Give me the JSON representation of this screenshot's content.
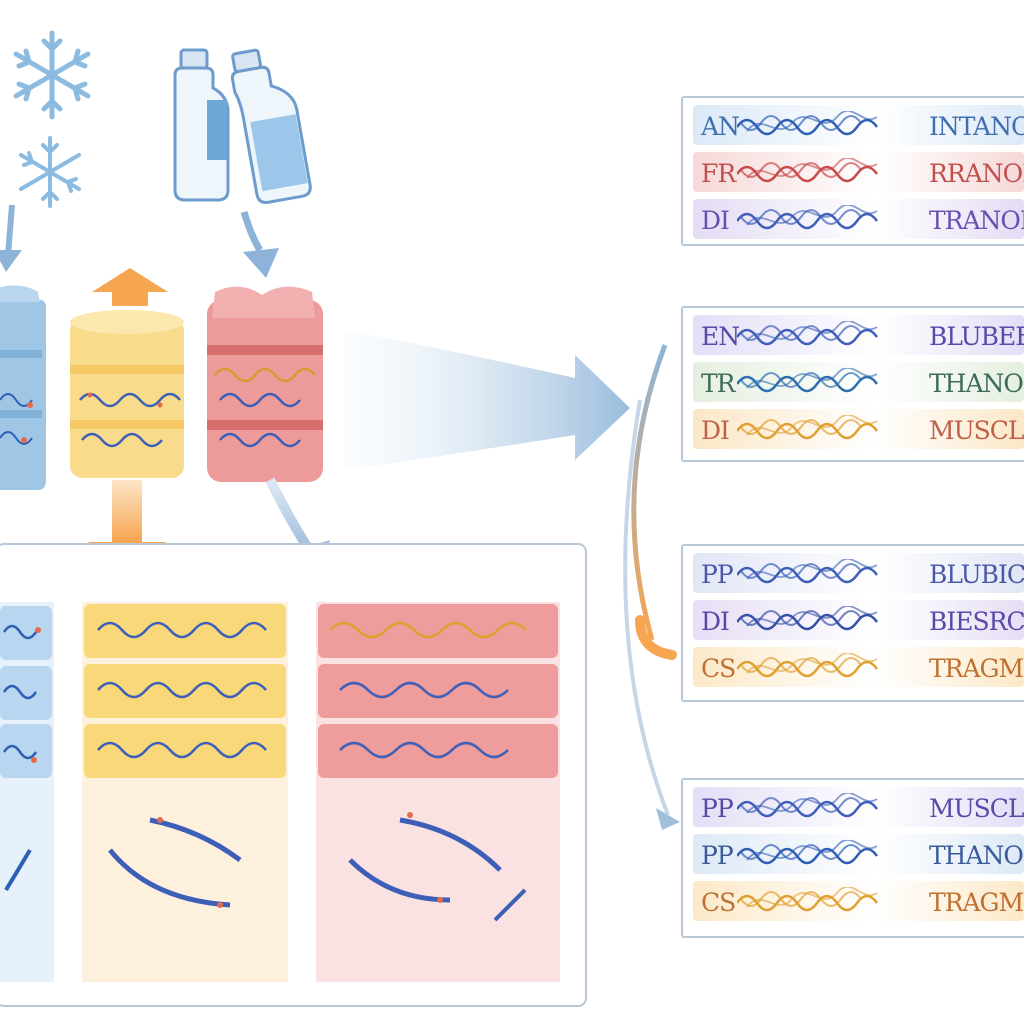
{
  "panels": [
    {
      "rows": [
        {
          "prefix": "AN",
          "label": "INTANOL",
          "text_color": "#3f6fb0",
          "wash": "#dbe9f7",
          "strand": "#2f5fb5"
        },
        {
          "prefix": "FR",
          "label": "RRANOL",
          "text_color": "#c0504d",
          "wash": "#f6d8d8",
          "strand": "#c84a4a"
        },
        {
          "prefix": "DI",
          "label": "TRANOL",
          "text_color": "#6a4fb0",
          "wash": "#e4dcf4",
          "strand": "#3d5fb8"
        }
      ]
    },
    {
      "rows": [
        {
          "prefix": "EN",
          "label": "BLUBEE",
          "text_color": "#5a4aa8",
          "wash": "#e2def6",
          "strand": "#3d5fb8"
        },
        {
          "prefix": "TR",
          "label": "THANOL",
          "text_color": "#3e6a5a",
          "wash": "#e4efe0",
          "strand": "#2f6fb0"
        },
        {
          "prefix": "DI",
          "label": "MUSCLE",
          "text_color": "#c0604a",
          "wash": "#fbe7c6",
          "strand": "#e0a030"
        }
      ]
    },
    {
      "rows": [
        {
          "prefix": "PP",
          "label": "BLUBICE",
          "text_color": "#4a58a8",
          "wash": "#e1e6f6",
          "strand": "#3d5fb8"
        },
        {
          "prefix": "DI",
          "label": "BIESRCE",
          "text_color": "#5a4aa8",
          "wash": "#e6def5",
          "strand": "#3650a8"
        },
        {
          "prefix": "CS",
          "label": "TRAGME",
          "text_color": "#c07030",
          "wash": "#fbe9c8",
          "strand": "#e0a030"
        }
      ]
    },
    {
      "rows": [
        {
          "prefix": "PP",
          "label": "MUSCLE",
          "text_color": "#5a4aa8",
          "wash": "#e2def6",
          "strand": "#3d5fb8"
        },
        {
          "prefix": "PP",
          "label": "THANOL",
          "text_color": "#3a5a9a",
          "wash": "#dde9f6",
          "strand": "#2f5fb5"
        },
        {
          "prefix": "CS",
          "label": "TRAGME",
          "text_color": "#c07030",
          "wash": "#fbe9c8",
          "strand": "#e0a030"
        }
      ]
    }
  ],
  "colors": {
    "blue_sample": "#9fc6e4",
    "yellow_sample": "#f8dc8c",
    "pink_sample": "#ec9a9a",
    "arrow_blue": "#8db4d8",
    "arrow_orange": "#f6a550",
    "border": "#b8c7d6"
  },
  "icons": [
    "snowflake-icon",
    "bottle-icon"
  ]
}
